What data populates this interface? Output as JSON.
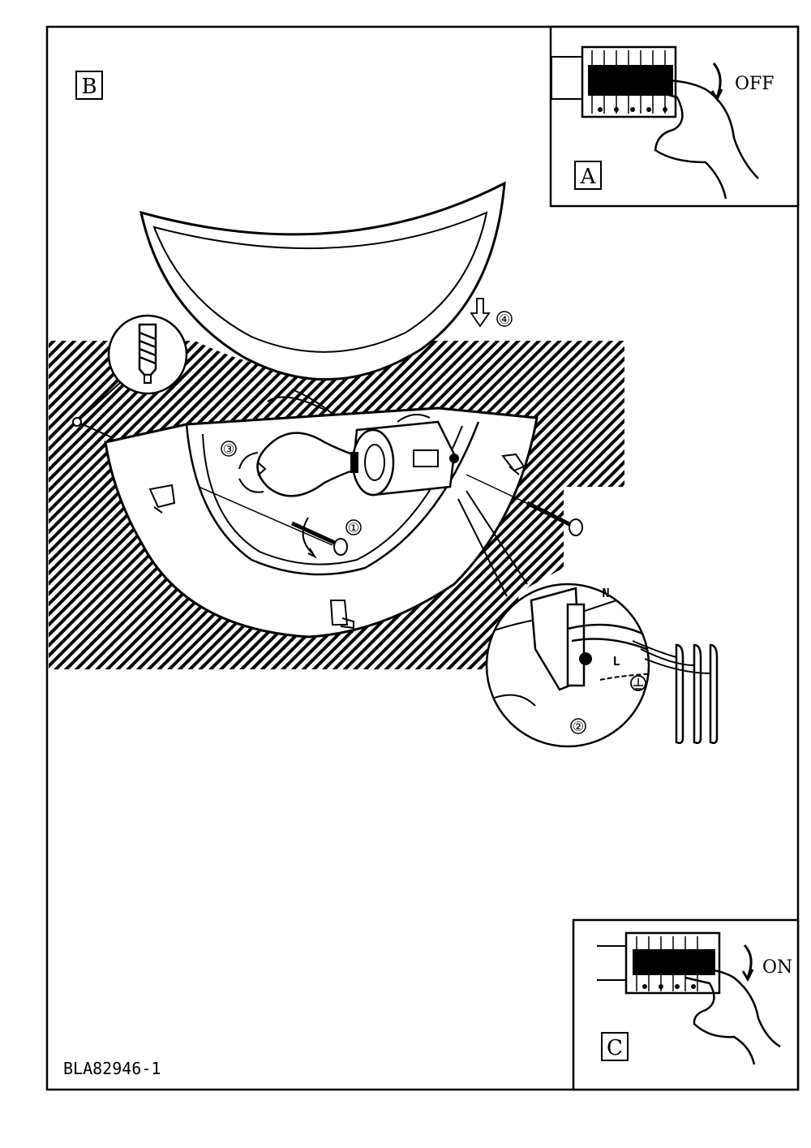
{
  "panels": {
    "main": {
      "label": "B"
    },
    "switch_off": {
      "label": "A",
      "state_text": "OFF"
    },
    "switch_on": {
      "label": "C",
      "state_text": "ON"
    }
  },
  "steps": {
    "screw": "①",
    "wiring": "②",
    "bulb": "③",
    "shade": "④"
  },
  "wiring_labels": {
    "neutral": "N",
    "live": "L"
  },
  "document_code": "BLA82946-1"
}
